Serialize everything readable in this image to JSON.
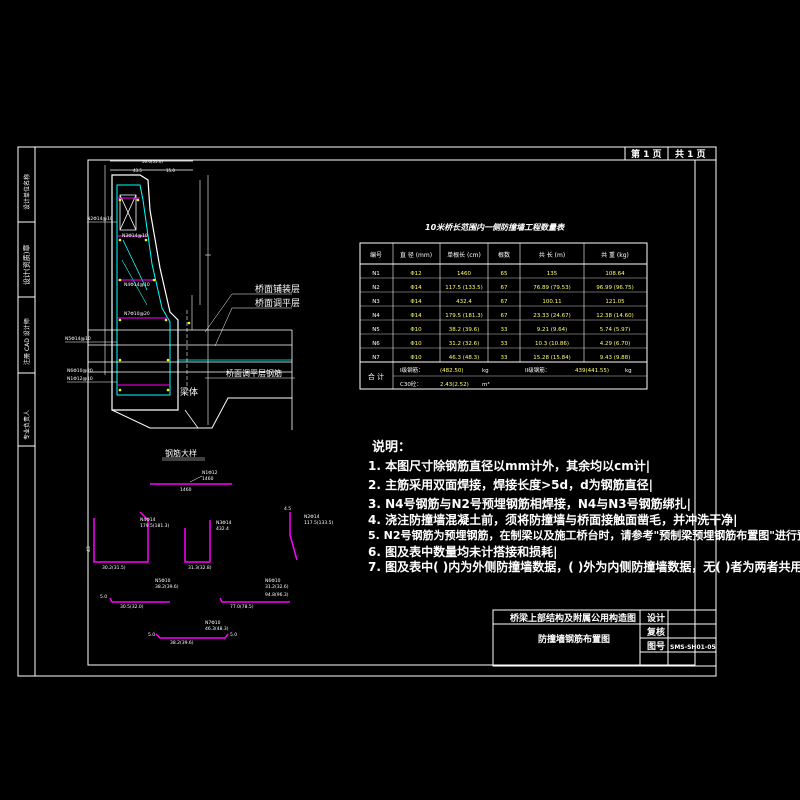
{
  "header": {
    "page_label": "第 1 页",
    "total_label": "共 1 页"
  },
  "side_tabs": [
    "设计单位名称",
    "设计(资质)章",
    "注册 CAD 设计师",
    "专业负责人"
  ],
  "table": {
    "title": "10米桥长范围内一侧防撞墙工程数量表",
    "headers": [
      "编号",
      "直 径 (mm)",
      "单根长 (cm)",
      "根数",
      "共 长 (m)",
      "共 重 (kg)"
    ],
    "rows": [
      [
        "N1",
        "Φ12",
        "1460",
        "65",
        "135",
        "108.64"
      ],
      [
        "N2",
        "Φ14",
        "117.5  (133.5)",
        "67",
        "76.89  (79.53)",
        "96.99  (96.75)"
      ],
      [
        "N3",
        "Φ14",
        "432.4",
        "67",
        "100.11",
        "121.05"
      ],
      [
        "N4",
        "Φ14",
        "179.5  (181.3)",
        "67",
        "23.33  (24.67)",
        "12.38  (14.60)"
      ],
      [
        "N5",
        "Φ10",
        "38.2  (39.6)",
        "33",
        "9.21  (9.64)",
        "5.74  (5.97)"
      ],
      [
        "N6",
        "Φ10",
        "31.2  (32.6)",
        "33",
        "10.3  (10.86)",
        "4.29  (6.70)"
      ],
      [
        "N7",
        "Φ10",
        "46.3  (48.3)",
        "33",
        "15.28  (15.84)",
        "9.43  (9.88)"
      ]
    ],
    "total": {
      "label": "合 计",
      "steel1_label": "I级钢筋：",
      "steel1_value": "(482.50)",
      "steel1_unit": "kg",
      "steel2_label": "II级钢筋：",
      "steel2_value": "439(441.55)",
      "steel2_unit": "kg",
      "concrete_label": "C30砼：",
      "concrete_value": "2.43(2.52)",
      "concrete_unit": "m³"
    }
  },
  "notes": {
    "title": "说明：",
    "items": [
      "1. 本图尺寸除钢筋直径以mm计外，其余均以cm计|",
      "2. 主筋采用双面焊接，焊接长度>5d，d为钢筋直径|",
      "3. N4号钢筋与N2号预埋钢筋相焊接，N4与N3号钢筋绑扎|",
      "4. 浇注防撞墙混凝土前，须将防撞墙与桥面接触面凿毛，并冲洗干净|",
      "5. N2号钢筋为预埋钢筋，在制梁以及施工桥台时，请参考\"预制梁预埋钢筋布置图\"进行预埋|",
      "6. 图及表中数量均未计搭接和损耗|",
      "7. 图及表中( )内为外侧防撞墙数据，( )外为内侧防撞墙数据，无( )者为两者共用。"
    ]
  },
  "section": {
    "top_dims": [
      "50.0(55.0)",
      "43.5",
      "15.0"
    ],
    "labels": {
      "n2": "N2Φ14@10",
      "n3": "N3Φ14@10",
      "n4": "N4Φ14@10",
      "n7": "N7Φ10@20",
      "n5": "N5Φ14@10",
      "n6": "N6Φ10@20",
      "n1": "N1Φ12@10",
      "layer1": "桥面铺装层",
      "layer2": "桥面调平层",
      "layer3": "桥面调平层钢筋",
      "beam": "梁体"
    }
  },
  "rebar": {
    "title": "钢筋大样",
    "top_label": "N1Φ12",
    "top_len": "1460",
    "top_dim": "1460",
    "shape_labels": [
      {
        "name": "N4Φ14",
        "len": "179.5(181.3)"
      },
      {
        "name": "N3Φ14",
        "len": "432.4"
      },
      {
        "name": "N2Φ14",
        "len": "117.5(133.5)"
      },
      {
        "name": "N5Φ10",
        "len": "38.2(39.6)"
      },
      {
        "name": "N6Φ10",
        "len": "31.2(32.6)"
      },
      {
        "name": "N7Φ10",
        "len": "46.3(48.3)"
      }
    ],
    "dims": [
      "30.2(31.5)",
      "31.3(32.8)",
      "30",
      "5.0",
      "30.5(32.0)",
      "77.0(78.5)",
      "94.8(96.3)",
      "5.0",
      "38.2(39.6)",
      "5.0",
      "4.5",
      "43"
    ]
  },
  "title_block": {
    "project": "桥梁上部结构及附属公用构造图",
    "drawing": "防撞墙钢筋布置图",
    "design_label": "设计",
    "check_label": "复核",
    "fig_label": "图号",
    "fig_no": "SMS-SH01-05"
  }
}
